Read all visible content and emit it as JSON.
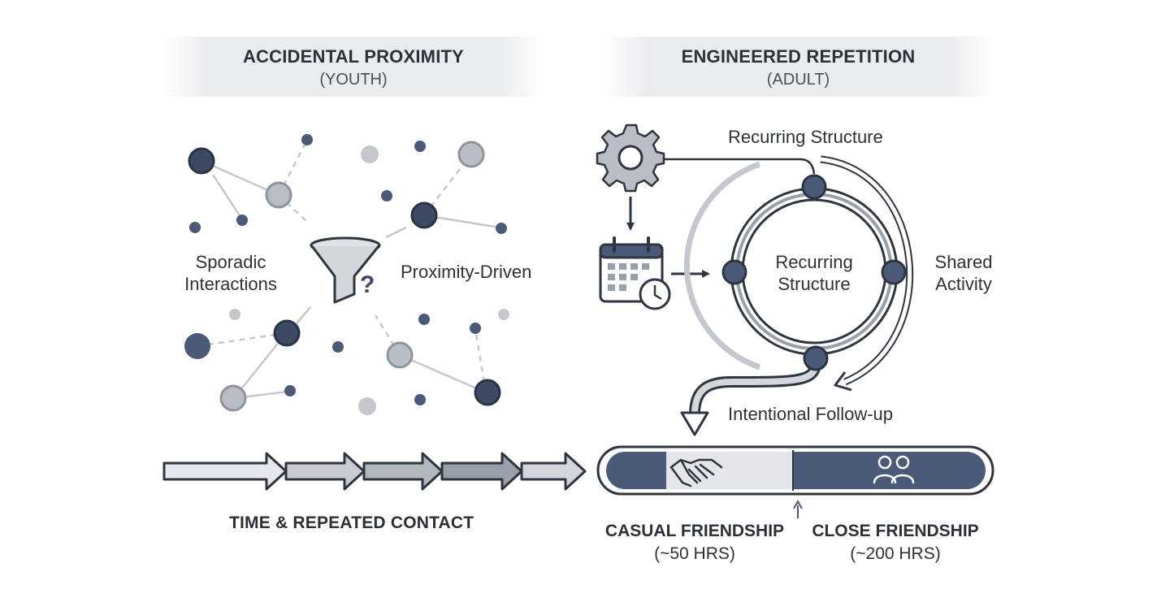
{
  "left_panel": {
    "title": "ACCIDENTAL PROXIMITY",
    "subtitle": "(YOUTH)",
    "label_sporadic": "Sporadic\nInteractions",
    "label_proximity": "Proximity-Driven",
    "icons": [
      "funnel-icon",
      "question-mark-icon"
    ]
  },
  "right_panel": {
    "title": "ENGINEERED REPETITION",
    "subtitle": "(ADULT)",
    "label_top": "Recurring Structure",
    "label_center": "Recurring\nStructure",
    "label_right": "Shared\nActivity",
    "label_bottom": "Intentional Follow-up",
    "icons": [
      "gear-icon",
      "calendar-clock-icon"
    ]
  },
  "timeline": {
    "label": "TIME & REPEATED CONTACT",
    "arrow_count": 5
  },
  "friendship_bar": {
    "casual_label": "CASUAL FRIENDSHIP",
    "casual_hours": "(~50 HRS)",
    "close_label": "CLOSE FRIENDSHIP",
    "close_hours": "(~200 HRS)",
    "icons": [
      "handshake-icon",
      "two-people-icon"
    ]
  },
  "colors": {
    "navy": "#4a5a78",
    "dark_node": "#3d4a63",
    "light_node": "#b9bec6",
    "line": "#c4c8ce",
    "header_band": "#e9ecef"
  }
}
